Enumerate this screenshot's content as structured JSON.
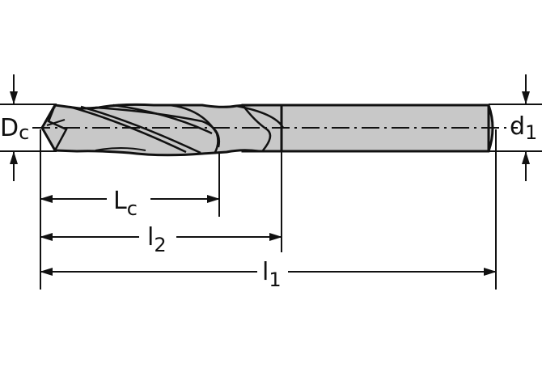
{
  "labels": {
    "cutting_diameter": {
      "main": "D",
      "sub": "c"
    },
    "shank_diameter": {
      "main": "d",
      "sub": "1"
    },
    "cutting_length": {
      "main": "L",
      "sub": "c"
    },
    "flute_length": {
      "main": "l",
      "sub": "2"
    },
    "overall_length": {
      "main": "l",
      "sub": "1"
    }
  },
  "colors": {
    "tool_fill": "#c8c8c8",
    "outline": "#111111",
    "background": "#ffffff"
  }
}
